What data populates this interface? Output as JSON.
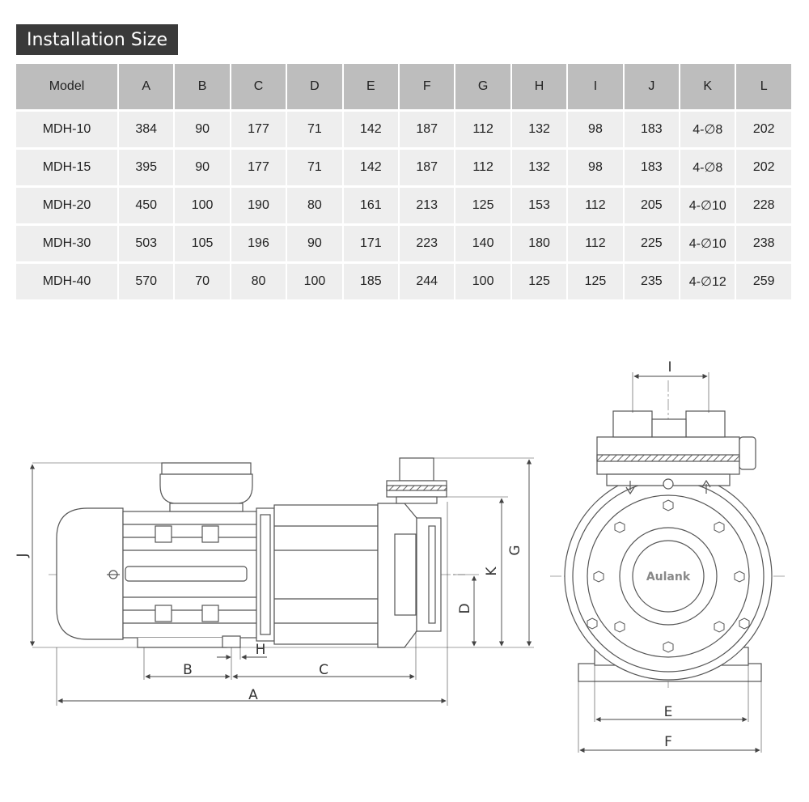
{
  "title": "Installation Size",
  "table": {
    "headers": [
      "Model",
      "A",
      "B",
      "C",
      "D",
      "E",
      "F",
      "G",
      "H",
      "I",
      "J",
      "K",
      "L"
    ],
    "rows": [
      [
        "MDH-10",
        "384",
        "90",
        "177",
        "71",
        "142",
        "187",
        "112",
        "132",
        "98",
        "183",
        "4-∅8",
        "202"
      ],
      [
        "MDH-15",
        "395",
        "90",
        "177",
        "71",
        "142",
        "187",
        "112",
        "132",
        "98",
        "183",
        "4-∅8",
        "202"
      ],
      [
        "MDH-20",
        "450",
        "100",
        "190",
        "80",
        "161",
        "213",
        "125",
        "153",
        "112",
        "205",
        "4-∅10",
        "228"
      ],
      [
        "MDH-30",
        "503",
        "105",
        "196",
        "90",
        "171",
        "223",
        "140",
        "180",
        "112",
        "225",
        "4-∅10",
        "238"
      ],
      [
        "MDH-40",
        "570",
        "70",
        "80",
        "100",
        "185",
        "244",
        "100",
        "125",
        "125",
        "235",
        "4-∅12",
        "259"
      ]
    ]
  },
  "drawing": {
    "brand": "Aulank",
    "dim_labels": {
      "A": "A",
      "B": "B",
      "C": "C",
      "D": "D",
      "E": "E",
      "F": "F",
      "G": "G",
      "H": "H",
      "I": "I",
      "J": "J",
      "K": "K"
    }
  }
}
